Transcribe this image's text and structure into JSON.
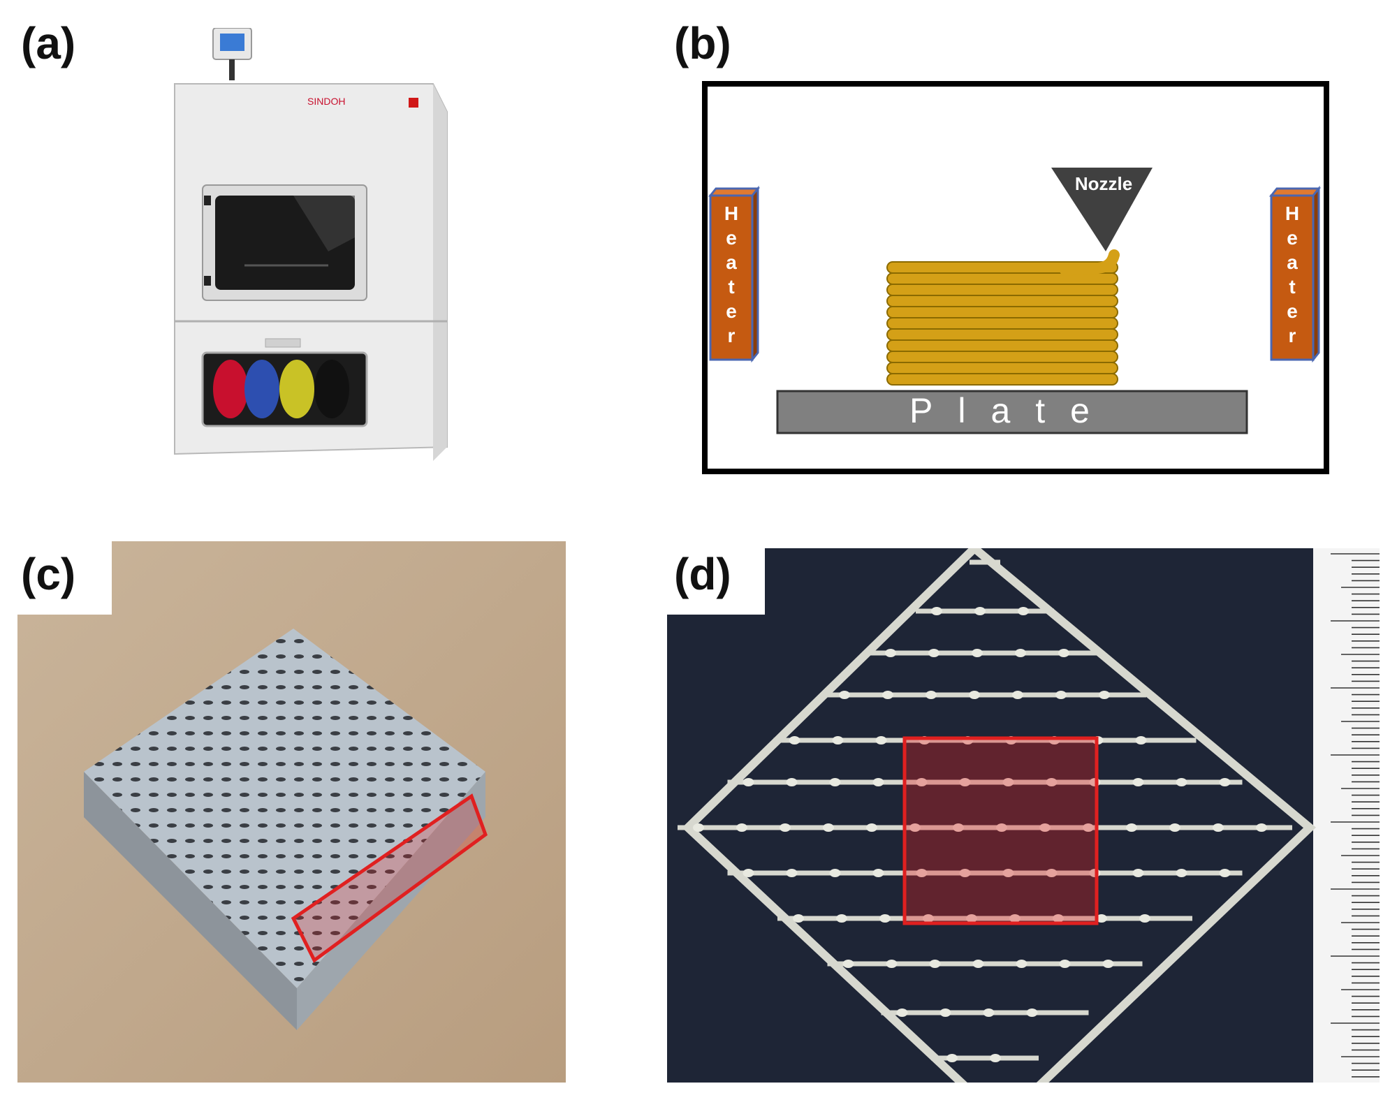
{
  "figure": {
    "panels": [
      {
        "id": "a",
        "label": "(a)",
        "subject": "enclosed 3D printer with control screen and filament drawer",
        "brand_text": "SINDOH"
      },
      {
        "id": "b",
        "label": "(b)",
        "nozzle_label": "Nozzle",
        "heater_label": "Heater",
        "plate_label": "Plate",
        "colors": {
          "heater": "#c55a11",
          "heater_edge": "#4a66b0",
          "filament": "#d4a017",
          "filament_edge": "#8a6a00",
          "plate": "#808080",
          "nozzle": "#404040"
        }
      },
      {
        "id": "c",
        "label": "(c)",
        "subject": "printed gray lattice cube on wooden surface with highlighted side face",
        "highlight_color": "#e02020"
      },
      {
        "id": "d",
        "label": "(d)",
        "subject": "top view of printed diamond lattice with scale ruler",
        "highlight_color": "#e02020"
      }
    ]
  }
}
